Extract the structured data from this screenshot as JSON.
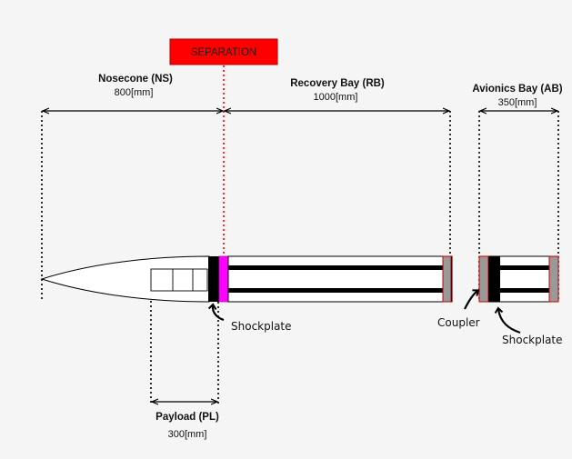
{
  "separation": {
    "label": "SEPARATION",
    "color": "#ff0000"
  },
  "sections": {
    "nosecone": {
      "name": "Nosecone (NS)",
      "length": "800[mm]"
    },
    "recovery_bay": {
      "name": "Recovery Bay (RB)",
      "length": "1000[mm]"
    },
    "avionics_bay": {
      "name": "Avionics Bay (AB)",
      "length": "350[mm]"
    },
    "payload": {
      "name": "Payload (PL)",
      "length": "300[mm]"
    }
  },
  "parts": {
    "shockplate_1": "Shockplate",
    "coupler": "Coupler",
    "shockplate_2": "Shockplate"
  },
  "colors": {
    "background": "#f5f5f5",
    "separator": "#ff00ff",
    "bulkhead": "#999999",
    "bulkhead_border": "#cc0000"
  }
}
